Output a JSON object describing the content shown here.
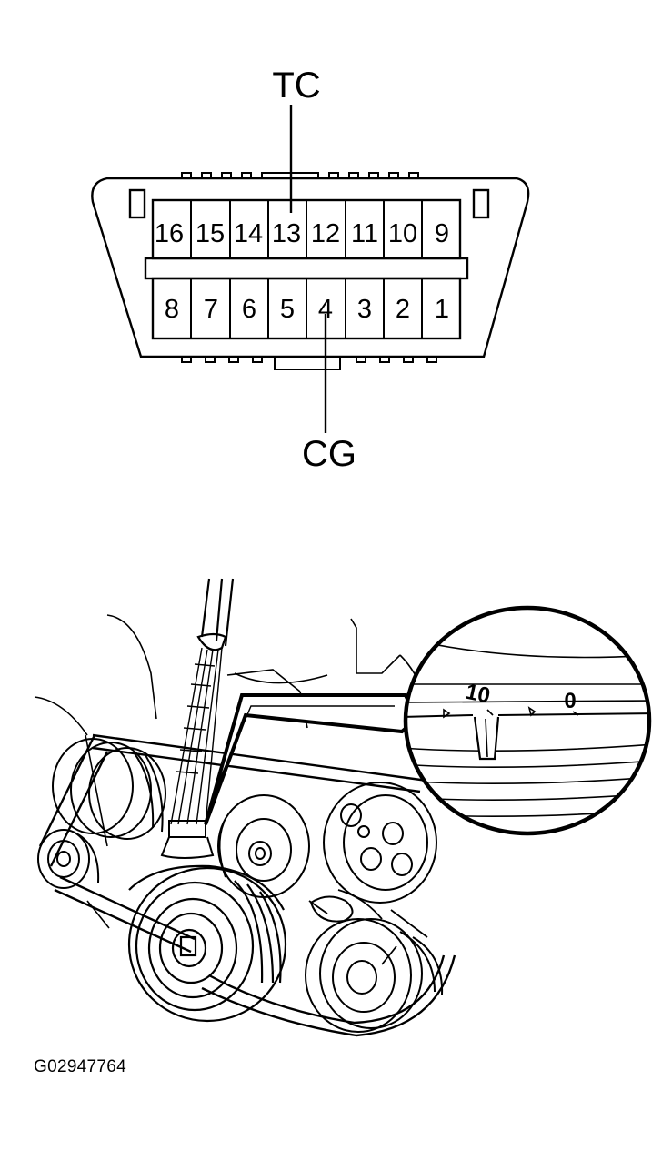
{
  "connector": {
    "top_row_pins": [
      "16",
      "15",
      "14",
      "13",
      "12",
      "11",
      "10",
      "9"
    ],
    "bottom_row_pins": [
      "8",
      "7",
      "6",
      "5",
      "4",
      "3",
      "2",
      "1"
    ],
    "callout_top": "TC",
    "callout_bottom": "CG"
  },
  "timing_scale": {
    "mark_left": "10",
    "mark_right": "0"
  },
  "figure_id": "G02947764"
}
